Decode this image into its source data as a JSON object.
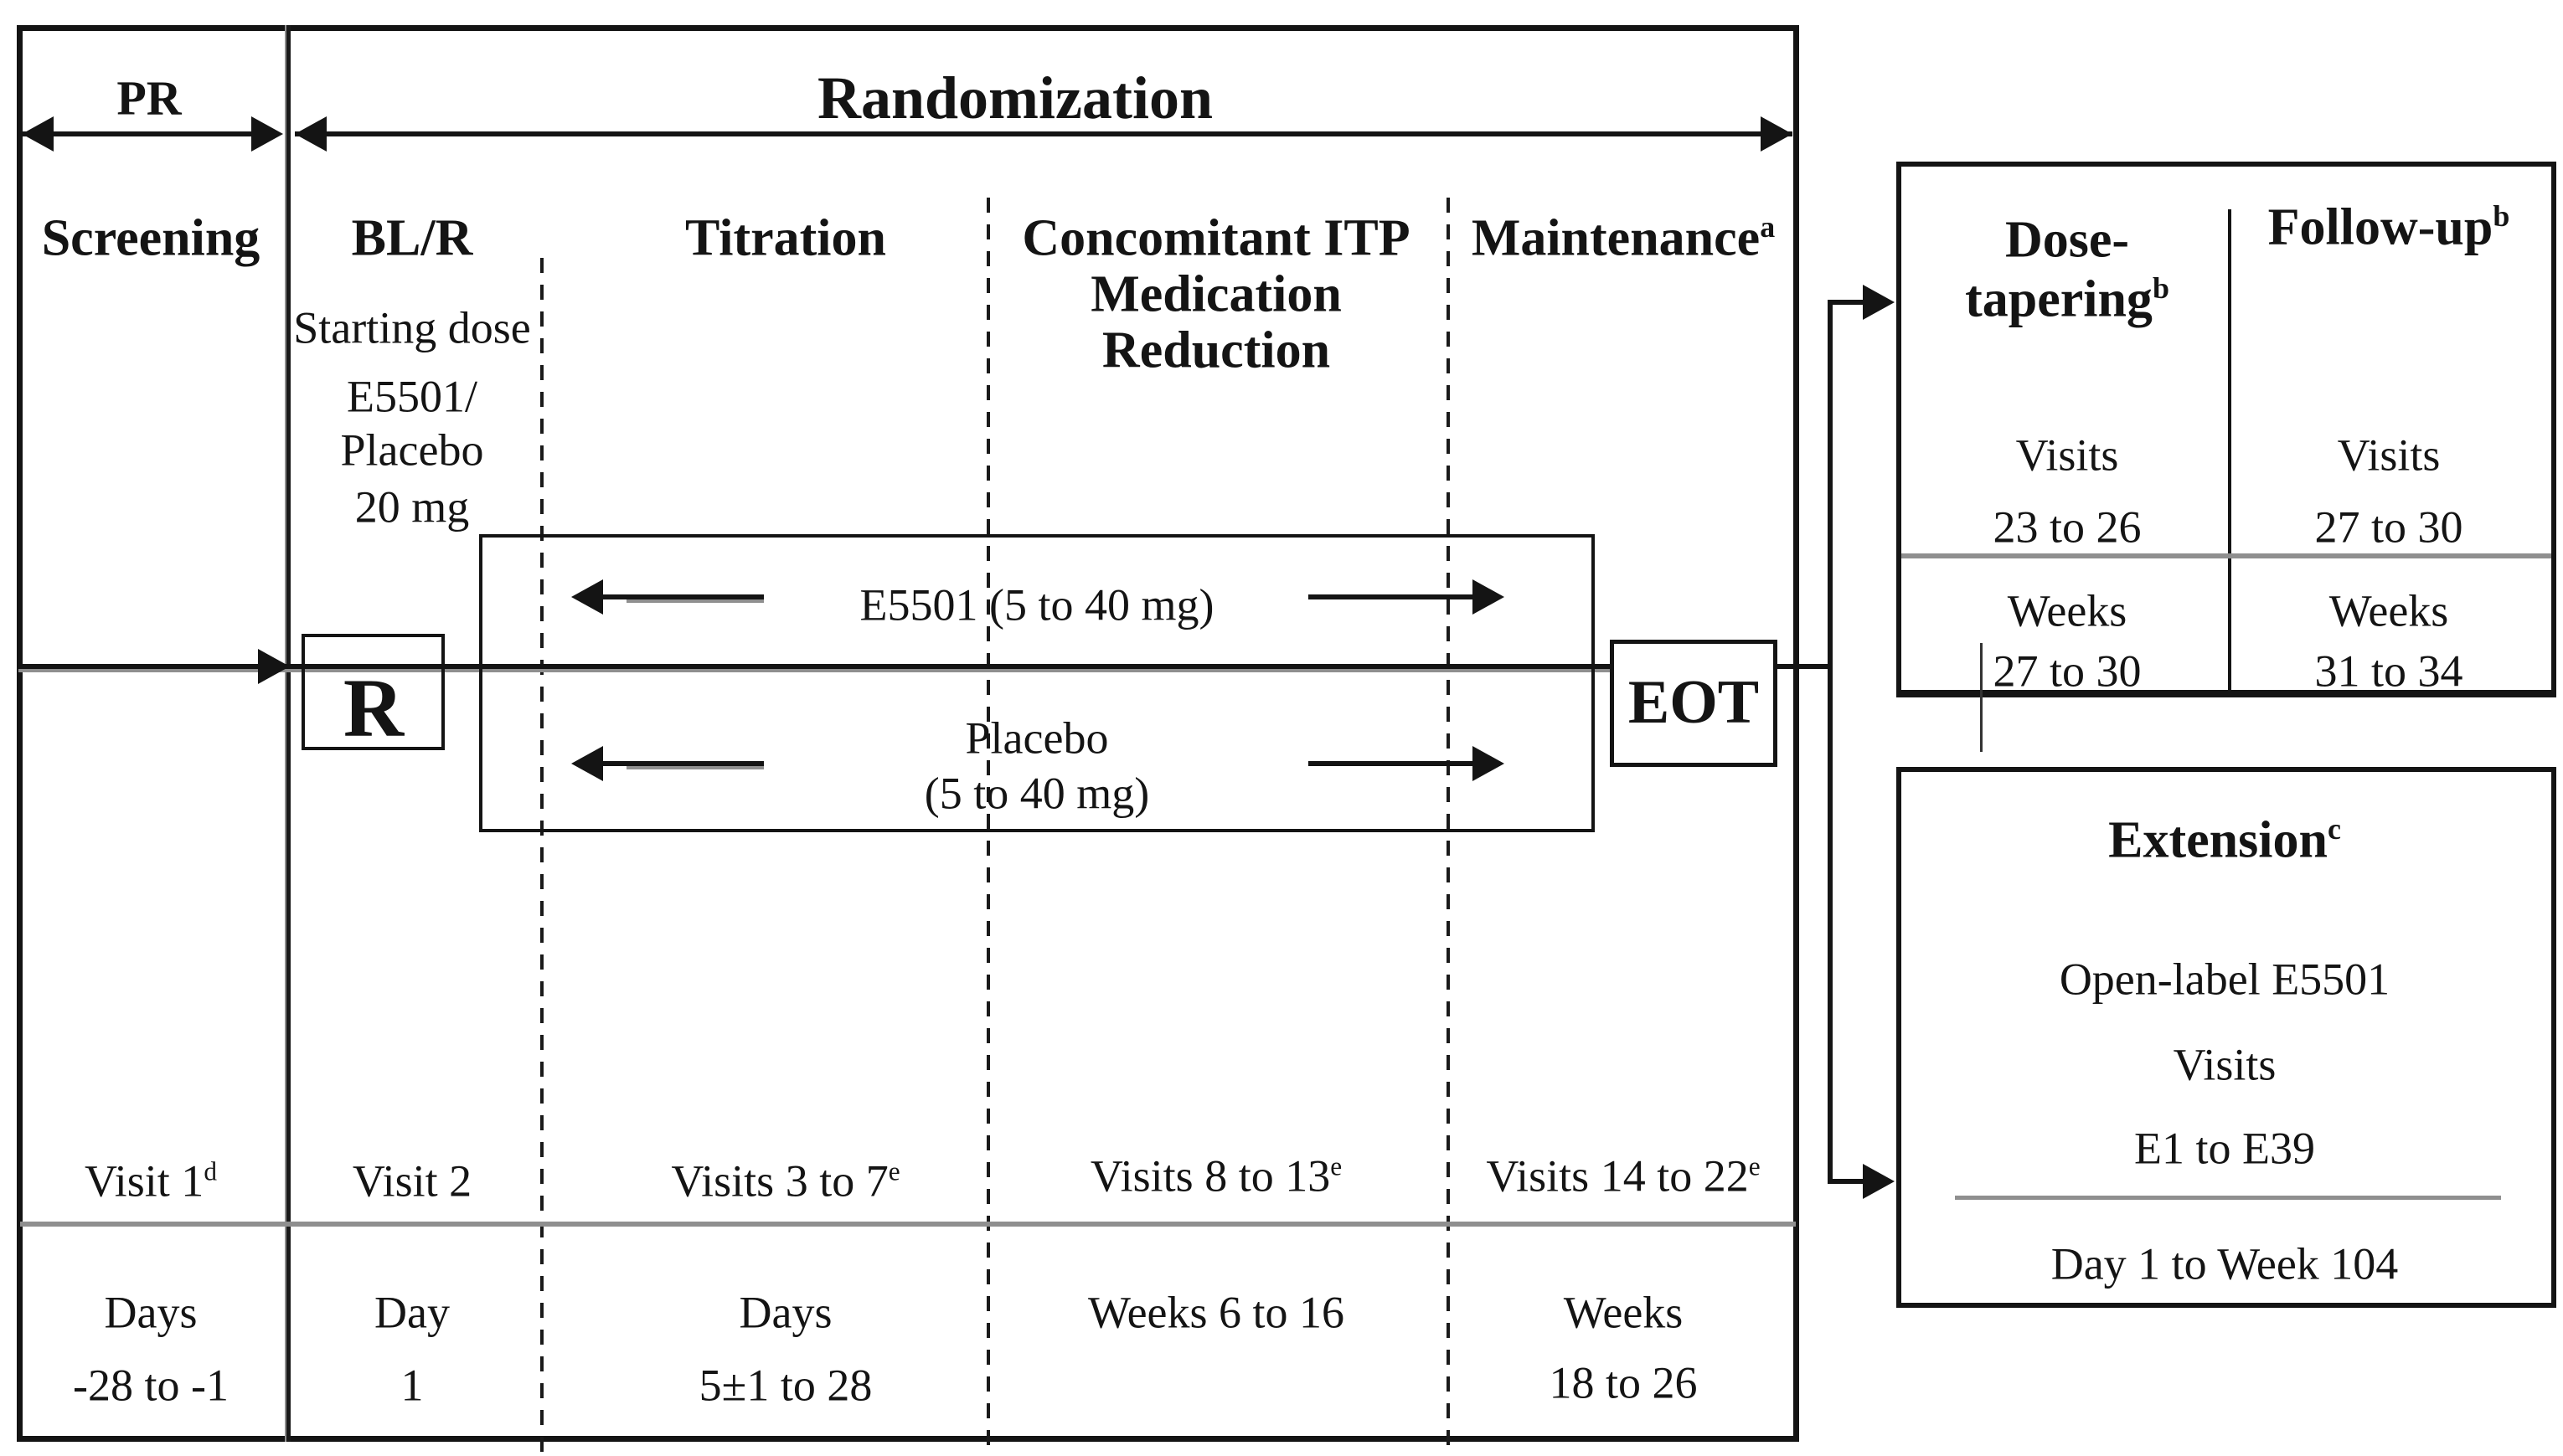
{
  "colors": {
    "ink": "#141414",
    "gray_rule": "#8f8f8f"
  },
  "top_bar": {
    "pre_randomization": "PR",
    "randomization": "Randomization"
  },
  "columns": {
    "screening": "Screening",
    "baseline_randomization": "BL/R",
    "titration": "Titration",
    "concomitant_line1": "Concomitant ITP",
    "concomitant_line2": "Medication",
    "concomitant_line3": "Reduction",
    "maintenance": "Maintenance",
    "maintenance_sup": "a"
  },
  "starting_dose": {
    "line1": "Starting dose",
    "line2": "E5501/",
    "line3": "Placebo",
    "line4": "20 mg"
  },
  "timeline": {
    "randomization_symbol": "R",
    "end_of_treatment": "EOT"
  },
  "treatment_arms": {
    "e5501": "E5501 (5 to 40 mg)",
    "placebo_line1": "Placebo",
    "placebo_line2": "(5 to 40 mg)"
  },
  "dose_tapering_followup": {
    "dose_tapering_line1": "Dose-",
    "dose_tapering_line2": "tapering",
    "dose_tapering_sup": "b",
    "followup": "Follow-up",
    "followup_sup": "b",
    "dose_tapering_visits_label": "Visits",
    "dose_tapering_visits": "23 to 26",
    "followup_visits_label": "Visits",
    "followup_visits": "27 to 30",
    "dose_tapering_weeks_label": "Weeks",
    "dose_tapering_weeks": "27 to 30",
    "followup_weeks_label": "Weeks",
    "followup_weeks": "31 to 34"
  },
  "extension": {
    "title": "Extension",
    "title_sup": "c",
    "treatment": "Open-label E5501",
    "visits_label": "Visits",
    "visits": "E1 to E39",
    "duration": "Day 1 to Week 104"
  },
  "visits_row": {
    "screening": "Visit 1",
    "screening_sup": "d",
    "baseline": "Visit 2",
    "titration": "Visits 3 to 7",
    "titration_sup": "e",
    "concomitant": "Visits 8 to 13",
    "concomitant_sup": "e",
    "maintenance": "Visits 14 to 22",
    "maintenance_sup": "e"
  },
  "schedule_row": {
    "screening_line1": "Days",
    "screening_line2": "-28  to -1",
    "baseline_line1": "Day",
    "baseline_line2": "1",
    "titration_line1": "Days",
    "titration_line2": "5±1 to 28",
    "concomitant": "Weeks 6 to 16",
    "maintenance_line1": "Weeks",
    "maintenance_line2": "18 to 26"
  }
}
